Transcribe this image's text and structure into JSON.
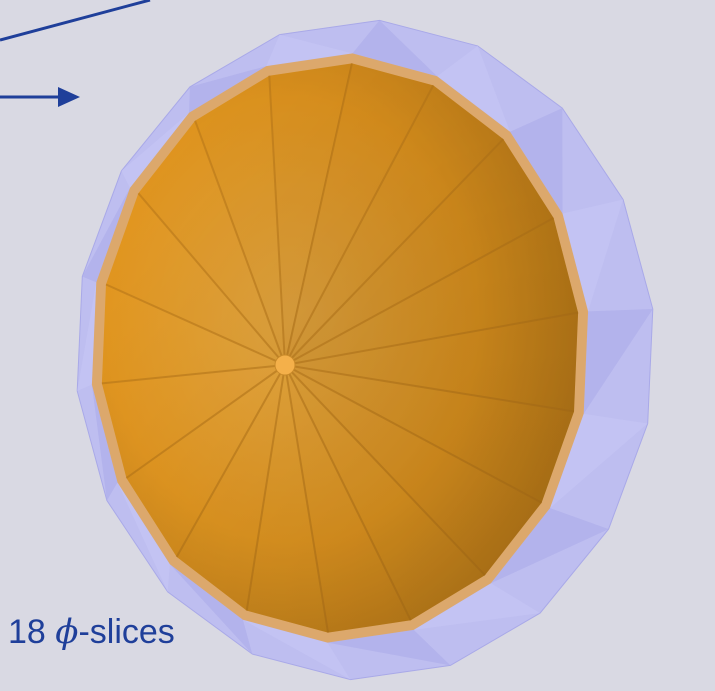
{
  "caption": {
    "count": "18",
    "symbol": "ϕ",
    "suffix": "-slices"
  },
  "colors": {
    "background": "#d9d9e3",
    "outer_cone": "#b8b8f0",
    "inner_cone": "#f0a020",
    "arrow": "#1f3f9a"
  },
  "slices": 18
}
